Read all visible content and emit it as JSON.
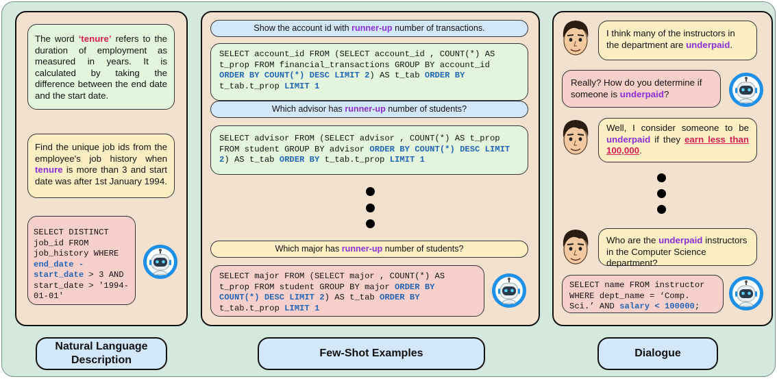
{
  "nl": {
    "definition": {
      "p1": "The word ",
      "term": "‘tenure’",
      "p2": " refers to the duration of employment as measured in years. It is calculated by taking the difference between the end date and the start date."
    },
    "question": {
      "p1": "Find the unique job ids from the employee's job history when ",
      "term": "tenure",
      "p2": " is more than 3 and start date was after 1st January 1994."
    },
    "sql": {
      "a": "SELECT DISTINCT job_id FROM job_history WHERE ",
      "b": "end_date - start_date",
      "c": " > 3 AND start_date > '1994-01-01'"
    },
    "label": "Natural Language Description"
  },
  "fewshot": {
    "q1": {
      "a": "Show the account id with ",
      "b": "runner-up",
      "c": " number of transactions."
    },
    "s1": {
      "a": "SELECT account_id FROM (SELECT account_id , COUNT(*) AS t_prop FROM financial_transactions GROUP BY account_id ",
      "b": "ORDER BY COUNT(*) DESC LIMIT 2",
      "c": ") AS t_tab ",
      "d": "ORDER BY",
      "e": " t_tab.t_prop ",
      "f": "LIMIT 1"
    },
    "q2": {
      "a": "Which advisor has ",
      "b": "runner-up",
      "c": " number of students?"
    },
    "s2": {
      "a": "SELECT advisor FROM (SELECT advisor , COUNT(*) AS t_prop FROM student GROUP BY advisor ",
      "b": "ORDER BY COUNT(*) DESC LIMIT 2",
      "c": ") AS t_tab ",
      "d": "ORDER BY",
      "e": " t_tab.t_prop ",
      "f": "LIMIT 1"
    },
    "q3": {
      "a": "Which major has ",
      "b": "runner-up",
      "c": " number of students?"
    },
    "s3": {
      "a": "SELECT major FROM (SELECT major , COUNT(*) AS t_prop FROM student GROUP BY major ",
      "b": "ORDER BY COUNT(*) DESC LIMIT 2",
      "c": ") AS t_tab ",
      "d": "ORDER BY",
      "e": " t_tab.t_prop ",
      "f": "LIMIT 1"
    },
    "label": "Few-Shot Examples"
  },
  "dialogue": {
    "u1": {
      "a": "I think many of the instructors in the department are ",
      "b": "underpaid",
      "c": "."
    },
    "b1": {
      "a": "Really? How do you determine if someone is ",
      "b": "underpaid",
      "c": "?"
    },
    "u2": {
      "a": "Well, I consider someone to be ",
      "b": "underpaid",
      "c": " if they ",
      "d": "earn less than 100,000",
      "e": "."
    },
    "u3": {
      "a": "Who are the ",
      "b": "underpaid",
      "c": " instructors in the Computer Science department?"
    },
    "sql": {
      "a": "SELECT name FROM instructor WHERE dept_name = ‘Comp. Sci.’ AND ",
      "b": "salary < 100000",
      "c": ";"
    },
    "label": "Dialogue"
  },
  "icons": {
    "bot": "robot-icon",
    "user": "man-face-icon"
  },
  "colors": {
    "background": "#d4e8de",
    "panel": "#f3e1cf",
    "highlight_purple": "#8c2fd6",
    "highlight_red": "#d21e55",
    "keyword_blue": "#2467b7"
  }
}
